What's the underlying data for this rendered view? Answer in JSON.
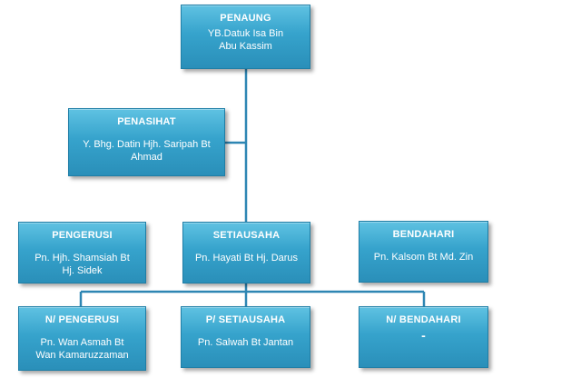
{
  "nodes": {
    "penaung": {
      "title": "PENAUNG",
      "name": "YB.Datuk Isa Bin Abu Kassim"
    },
    "penasihat": {
      "title": "PENASIHAT",
      "name": "Y. Bhg. Datin Hjh. Saripah Bt Ahmad"
    },
    "pengerusi": {
      "title": "PENGERUSI",
      "name": "Pn. Hjh. Shamsiah Bt Hj. Sidek"
    },
    "setiausaha": {
      "title": "SETIAUSAHA",
      "name": "Pn. Hayati Bt Hj. Darus"
    },
    "bendahari": {
      "title": "BENDAHARI",
      "name": "Pn. Kalsom Bt Md. Zin"
    },
    "n_pengerusi": {
      "title": "N/ PENGERUSI",
      "name": "Pn. Wan Asmah Bt Wan Kamaruzzaman"
    },
    "p_setiausaha": {
      "title": "P/ SETIAUSAHA",
      "name": "Pn. Salwah Bt Jantan"
    },
    "n_bendahari": {
      "title": "N/ BENDAHARI",
      "name": "-"
    }
  },
  "colors": {
    "box": "#36a3cc",
    "box_border": "#1f7ea6",
    "line": "#2e86b3"
  }
}
